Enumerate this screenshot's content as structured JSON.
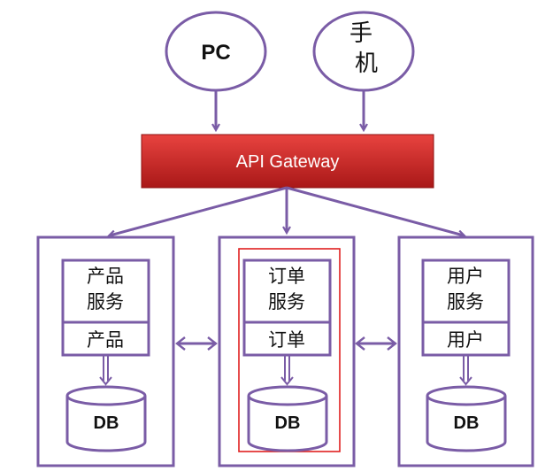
{
  "clients": {
    "pc": "PC",
    "mobile_line1": "手",
    "mobile_line2": "机"
  },
  "gateway": {
    "label": "API Gateway"
  },
  "services": [
    {
      "name_line1": "产品",
      "name_line2": "服务",
      "module": "产品",
      "db": "DB"
    },
    {
      "name_line1": "订单",
      "name_line2": "服务",
      "module": "订单",
      "db": "DB"
    },
    {
      "name_line1": "用户",
      "name_line2": "服务",
      "module": "用户",
      "db": "DB"
    }
  ],
  "colors": {
    "purple": "#7a5ca6",
    "gateway_top": "#e23a3a",
    "gateway_bottom": "#a81616",
    "highlight": "#e02020",
    "db_fill": "#ffffff"
  },
  "highlighted_service_index": 1
}
